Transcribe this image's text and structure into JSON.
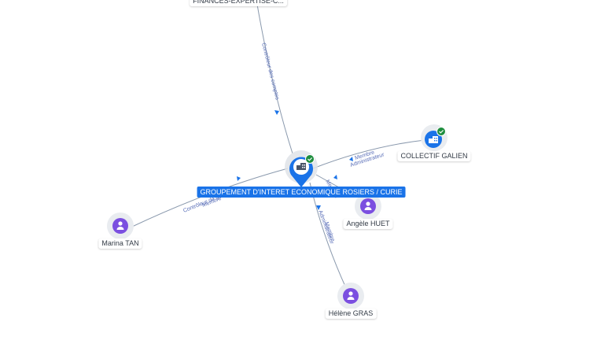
{
  "center": {
    "label": "GROUPEMENT D'INTERET ECONOMIQUE ROSIERS / CURIE",
    "icon": "company-icon",
    "verified": true
  },
  "nodes": [
    {
      "id": "top",
      "label": "FINANCES-EXPERTISE-C...",
      "kind": "company"
    },
    {
      "id": "galien",
      "label": "COLLECTIF GALIEN",
      "kind": "company",
      "icon": "company-icon",
      "verified": true
    },
    {
      "id": "huet",
      "label": "Angèle HUET",
      "kind": "person",
      "icon": "person-icon"
    },
    {
      "id": "tan",
      "label": "Marina TAN",
      "kind": "person",
      "icon": "person-icon"
    },
    {
      "id": "gras",
      "label": "Hélène GRAS",
      "kind": "person",
      "icon": "person-icon"
    }
  ],
  "edges": [
    {
      "from": "top",
      "to": "center",
      "labels": [
        "Contrôleur des comptes"
      ]
    },
    {
      "from": "galien",
      "to": "center",
      "labels": [
        "Membre",
        "Administrateur"
      ]
    },
    {
      "from": "huet",
      "to": "center",
      "labels": [
        "Membre"
      ]
    },
    {
      "from": "tan",
      "to": "center",
      "labels": [
        "Contrôleur de gestion",
        "Membre"
      ]
    },
    {
      "from": "gras",
      "to": "center",
      "labels": [
        "Membre",
        "Administrateur"
      ]
    }
  ],
  "colors": {
    "accent": "#1a73e8",
    "person": "#7b4fe0",
    "verified": "#1e8e3e",
    "edge": "#8a99ad",
    "edge_text": "#5a6fb8"
  }
}
